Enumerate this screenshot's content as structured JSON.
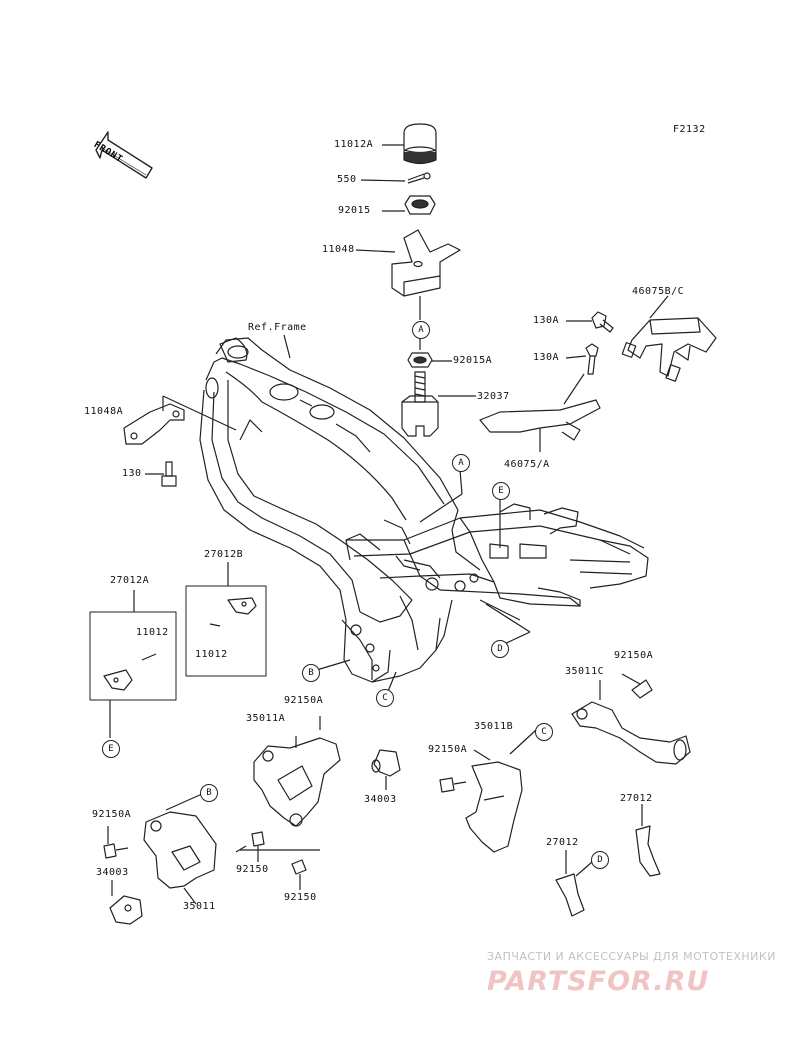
{
  "figure_code": "F2132",
  "front_label": "FRONT",
  "ref_frame": "Ref.Frame",
  "parts": {
    "p11012a": "11012A",
    "p550": "550",
    "p92015": "92015",
    "p11048": "11048",
    "p92015a": "92015A",
    "p32037": "32037",
    "p130a_1": "130A",
    "p130a_2": "130A",
    "p46075bc": "46075B/C",
    "p46075a": "46075/A",
    "p11048a": "11048A",
    "p130": "130",
    "p27012b": "27012B",
    "p11012_b": "11012",
    "p27012a": "27012A",
    "p11012_a": "11012",
    "p92150a_1": "92150A",
    "p35011c": "35011C",
    "p92150a_2": "92150A",
    "p35011a": "35011A",
    "p34003_1": "34003",
    "p35011b": "35011B",
    "p92150a_3": "92150A",
    "p27012_1": "27012",
    "p27012_2": "27012",
    "p92150a_4": "92150A",
    "p34003_2": "34003",
    "p35011": "35011",
    "p92150_1": "92150",
    "p92150_2": "92150"
  },
  "refs": {
    "a1": "A",
    "a2": "A",
    "e1": "E",
    "e2": "E",
    "b1": "B",
    "b2": "B",
    "c1": "C",
    "c2": "C",
    "d1": "D",
    "d2": "D"
  },
  "watermark": {
    "tagline": "ЗАПЧАСТИ И АКСЕССУАРЫ ДЛЯ МОТОТЕХНИКИ",
    "brand": "PARTSFOR.RU"
  }
}
